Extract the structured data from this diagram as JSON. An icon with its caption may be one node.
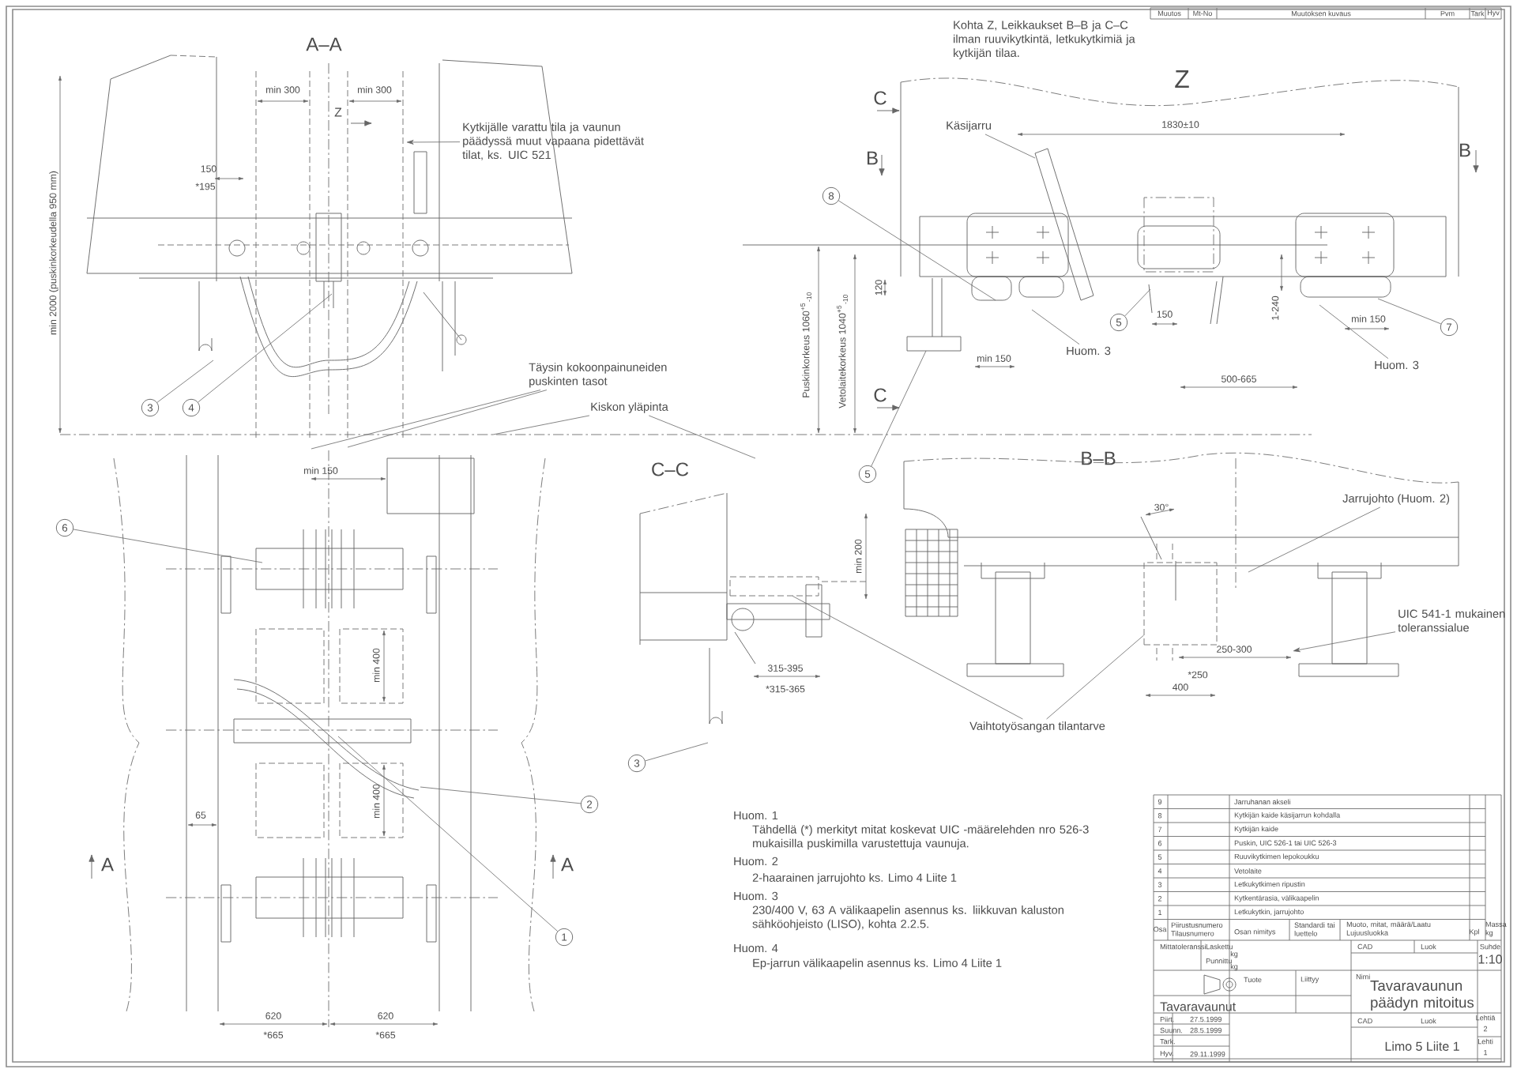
{
  "diagram": {
    "nodes": [
      {
        "text": [
          "Kytkijälle varattu tila ja vaunun päädyssä muut vapaana pidettävät tilat, ks. UIC 521"
        ]
      },
      {
        "text": [
          "Täysin kokoonpainuneiden puskinten tasot"
        ]
      },
      {
        "text": [
          "Kiskon yläpinta"
        ]
      },
      {
        "text": [
          "3"
        ]
      },
      {
        "text": [
          "4"
        ]
      },
      {
        "text": [
          "Käsijarru"
        ]
      },
      {
        "text": [
          "8"
        ]
      },
      {
        "text": [
          "Huom. 3"
        ]
      },
      {
        "text": [
          "5"
        ]
      },
      {
        "text": [
          "Huom. 3"
        ]
      },
      {
        "text": [
          "7"
        ]
      },
      {
        "text": [
          "5"
        ]
      },
      {
        "text": [
          "6"
        ]
      },
      {
        "text": [
          "Jarrujohto (Huom. 2)"
        ]
      },
      {
        "text": [
          "UIC 541-1 mukainen toleranssialue"
        ]
      },
      {
        "text": [
          "Vaihtotyösangan tilantarve"
        ]
      },
      {
        "text": [
          "3"
        ]
      },
      {
        "text": [
          "2"
        ]
      },
      {
        "text": [
          "1"
        ]
      },
      {
        "text": [],
        "shape": "box"
      },
      {
        "text": [],
        "shape": "box"
      }
    ],
    "edges": [
      {
        "from": 0,
        "to": null,
        "arrow": "to"
      },
      {
        "from": 1,
        "to": null,
        "arrow": "none"
      },
      {
        "from": 1,
        "to": null,
        "arrow": "none"
      },
      {
        "from": 2,
        "to": null,
        "arrow": "none"
      },
      {
        "from": 2,
        "to": null,
        "arrow": "none"
      },
      {
        "from": 3,
        "to": null,
        "arrow": "none"
      },
      {
        "from": 4,
        "to": null,
        "arrow": "none"
      },
      {
        "from": 5,
        "to": null,
        "arrow": "none"
      },
      {
        "from": 6,
        "to": null,
        "arrow": "none"
      },
      {
        "from": 7,
        "to": null,
        "arrow": "none"
      },
      {
        "from": 8,
        "to": null,
        "arrow": "none"
      },
      {
        "from": 9,
        "to": null,
        "arrow": "none"
      },
      {
        "from": 10,
        "to": null,
        "arrow": "none"
      },
      {
        "from": 11,
        "to": null,
        "arrow": "none"
      },
      {
        "from": 12,
        "to": null,
        "arrow": "none"
      },
      {
        "from": 13,
        "to": null,
        "arrow": "none"
      },
      {
        "from": 14,
        "to": null,
        "arrow": "to"
      },
      {
        "from": 15,
        "to": 19,
        "arrow": "none"
      },
      {
        "from": 15,
        "to": 20,
        "arrow": "none"
      },
      {
        "from": 16,
        "to": null,
        "arrow": "none"
      },
      {
        "from": 17,
        "to": null,
        "arrow": "none"
      },
      {
        "from": 18,
        "to": null,
        "arrow": "none"
      }
    ],
    "labels": [
      "A–A",
      "Z",
      "min 300",
      "min 300",
      "150",
      "*195",
      "min 2000 (puskinkorkeudella 950 mm)",
      "Kohta Z, Leikkaukset B–B ja C–C ilman ruuvikytkintä, letkukytkimiä ja kytkijän tilaa.",
      "Z",
      "C",
      "1830±10",
      "B",
      "B",
      "120",
      "Puskinkorkeus 1060$^{+5}$$_{-10}$",
      "Vetolaitekorkeus 1040$^{+5}$$_{-10}$",
      "150",
      "1-240",
      "min 150",
      "min 150",
      "500-665",
      "C",
      "min 150",
      "C–C",
      "B–B",
      "30°",
      "min 200",
      "250-300",
      "*250",
      "400",
      "315-395",
      "*315-365",
      "min 400",
      "min 400",
      "65",
      "A",
      "A",
      "620",
      "*665",
      "620",
      "*665",
      "Huom. 1",
      "Tähdellä (*) merkityt mitat koskevat UIC -määrelehden nro 526-3 mukaisilla puskimilla varustettuja vaunuja.",
      "Huom. 2",
      "2-haarainen jarrujohto ks. Limo 4 Liite 1",
      "Huom. 3",
      "230/400 V, 63 A välikaapelin asennus ks. liikkuvan kaluston sähköohjeisto (LISO), kohta 2.2.5.",
      "Huom. 4",
      "Ep-jarrun välikaapelin asennus ks. Limo 4 Liite 1",
      "Muutos",
      "Mt-No",
      "Muutoksen kuvaus",
      "Pvm",
      "Tark",
      "Hyv",
      "9",
      "Jarruhanan akseli",
      "8",
      "Kytkijän kaide käsijarrun kohdalla",
      "7",
      "Kytkijän kaide",
      "6",
      "Puskin, UIC 526-1 tai UIC 526-3",
      "5",
      "Ruuvikytkimen lepokoukku",
      "4",
      "Vetolaite",
      "3",
      "Letkukytkimen ripustin",
      "2",
      "Kytkentärasia, välikaapelin",
      "1",
      "Letkukytkin, jarrujohto",
      "Osa",
      "Piirustusnumero Tilausnumero",
      "Osan nimitys",
      "Standardi tai luettelo",
      "Muoto, mitat, määrä/Laatu Lujuusluokka",
      "Kpl",
      "Massa kg",
      "Mittatoleranssi",
      "Laskettu",
      "kg",
      "Punnittu",
      "kg",
      "CAD",
      "Luok",
      "Suhde",
      "1:10",
      "Tuote",
      "Liittyy",
      "Nimi",
      "Tavaravaunun päädyn mitoitus",
      "Tavaravaunut",
      "Piirt.",
      "27.5.1999",
      "Suunn.",
      "28.5.1999",
      "Tark.",
      "Hyv.",
      "29.11.1999",
      "CAD",
      "Luok",
      "Lehtiä",
      "2",
      "Lehti",
      "1",
      "Limo 5 Liite 1"
    ]
  }
}
